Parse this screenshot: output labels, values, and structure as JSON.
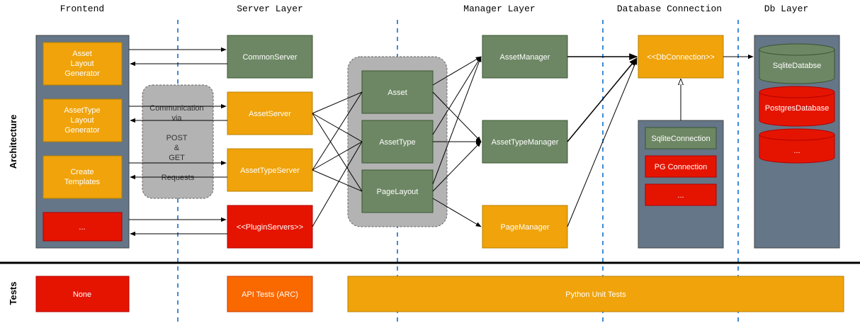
{
  "colors": {
    "orange": "#f0a30a",
    "green": "#6d8764",
    "red": "#e51400",
    "slate": "#647687",
    "grey": "#b3b3b3",
    "api_orange": "#fa6800",
    "divider_blue": "#0066cc"
  },
  "columns": {
    "frontend": "Frontend",
    "server": "Server Layer",
    "manager": "Manager Layer",
    "dbconn": "Database Connection",
    "db": "Db Layer"
  },
  "rows": {
    "architecture": "Architecture",
    "tests": "Tests"
  },
  "frontend": {
    "asset_layout_generator": [
      "Asset",
      "Layout",
      "Generator"
    ],
    "assettype_layout_generator": [
      "AssetType",
      "Layout",
      "Generator"
    ],
    "create_templates": [
      "Create",
      "Templates"
    ],
    "more": "..."
  },
  "communication": [
    "Communication",
    "via",
    "",
    "POST",
    "&",
    "GET",
    "",
    "Requests"
  ],
  "server": {
    "common": "CommonServer",
    "asset": "AssetServer",
    "assettype": "AssetTypeServer",
    "plugin": "<<PluginServers>>"
  },
  "models": {
    "asset": "Asset",
    "assettype": "AssetType",
    "pagelayout": "PageLayout"
  },
  "manager": {
    "asset": "AssetManager",
    "assettype": "AssetTypeManager",
    "page": "PageManager"
  },
  "dbconn": {
    "interface": "<<DbConnection>>",
    "sqlite": "SqliteConnection",
    "pg": "PG Connection",
    "more": "..."
  },
  "db": {
    "sqlite": "SqliteDatabse",
    "postgres": "PostgresDatabase",
    "more": "..."
  },
  "tests": {
    "frontend": "None",
    "server": "API Tests (ARC)",
    "python": "Python Unit Tests"
  }
}
